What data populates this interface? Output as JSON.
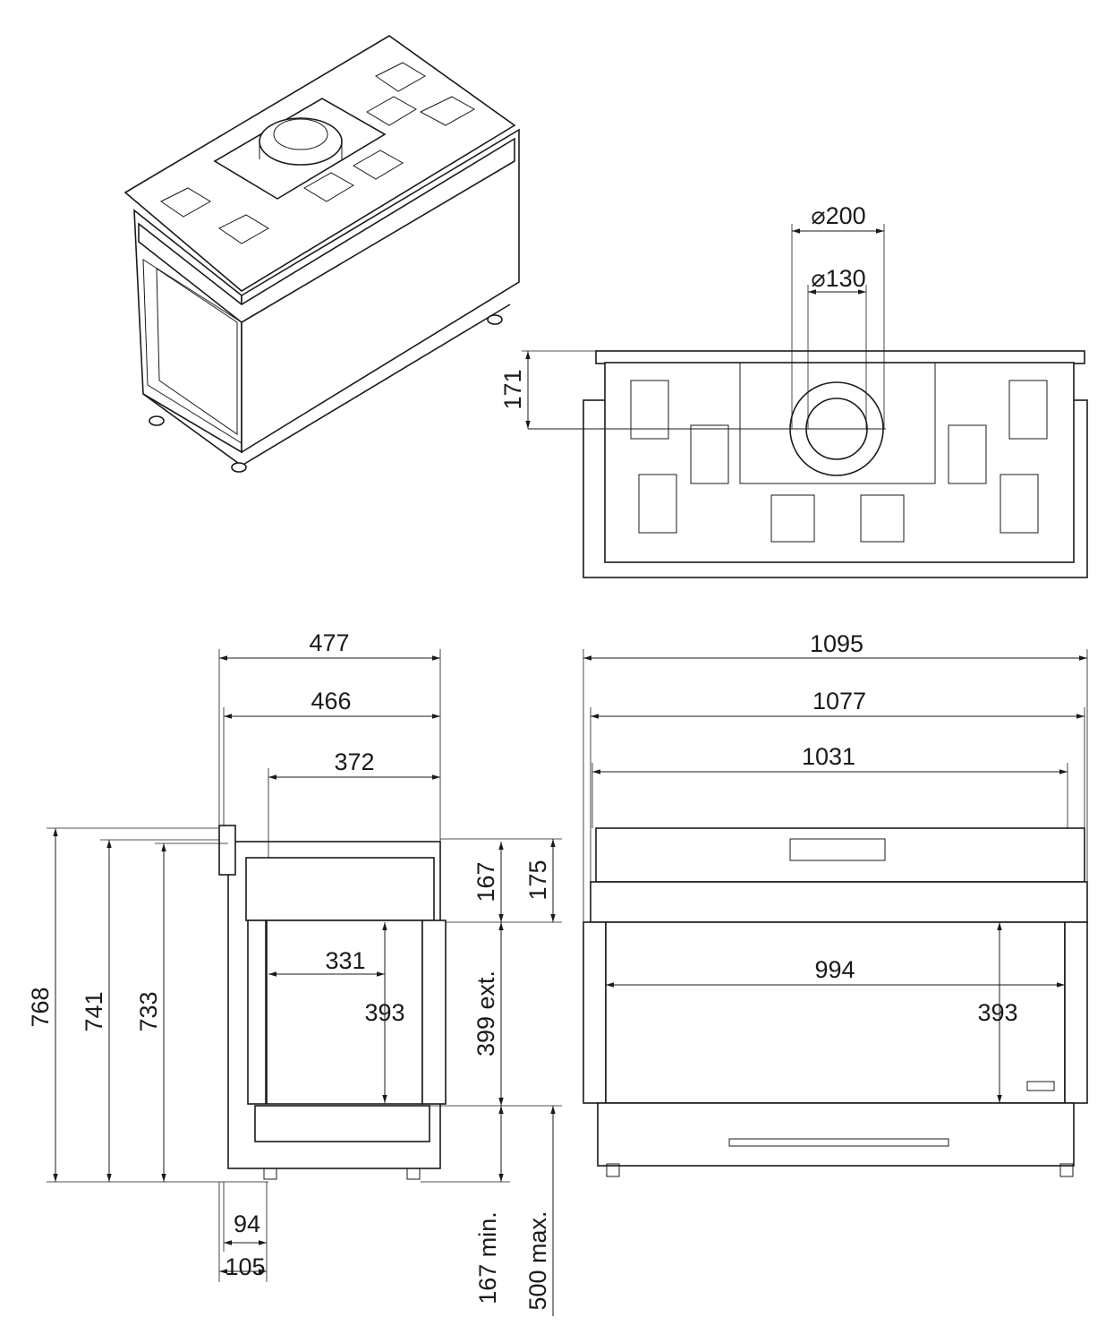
{
  "drawing": {
    "top_view": {
      "flue_outer_diameter": "⌀200",
      "flue_inner_diameter": "⌀130",
      "flue_offset": "171"
    },
    "side_view": {
      "overall_depth": "477",
      "depth_466": "466",
      "depth_372": "372",
      "overall_height": "768",
      "height_741": "741",
      "height_733": "733",
      "top_height_167": "167",
      "top_height_175": "175",
      "glass_width": "331",
      "glass_height": "393",
      "opening_height": "399 ext.",
      "base_min": "167 min.",
      "base_max": "500 max.",
      "offset_94": "94",
      "offset_105": "105"
    },
    "front_view": {
      "overall_width": "1095",
      "width_1077": "1077",
      "width_1031": "1031",
      "glass_width": "994",
      "glass_height": "393"
    }
  }
}
